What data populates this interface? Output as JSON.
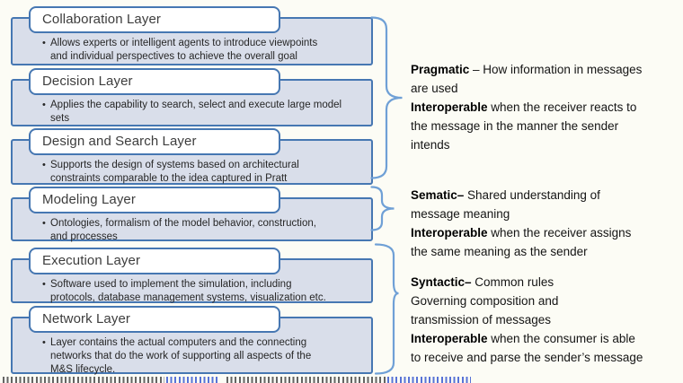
{
  "colors": {
    "background": "#FCFCF5",
    "box_fill": "#D9DEEA",
    "box_border": "#4677B2",
    "header_fill": "#FFFFFF",
    "brace": "#6FA0D6"
  },
  "bullet_glyph": "•",
  "layers": [
    {
      "title": "Collaboration Layer",
      "bullet": "Allows experts or intelligent agents to introduce viewpoints\nand individual perspectives to achieve the overall goal"
    },
    {
      "title": "Decision Layer",
      "bullet": "Applies the capability to search, select and execute large model\nsets"
    },
    {
      "title": "Design and Search Layer",
      "bullet": "Supports the design of systems based on architectural\nconstraints comparable to the idea captured in Pratt"
    },
    {
      "title": "Modeling Layer",
      "bullet": "Ontologies, formalism of the model behavior, construction,\nand processes"
    },
    {
      "title": "Execution Layer",
      "bullet": "Software used to implement the simulation, including\nprotocols, database management systems, visualization etc."
    },
    {
      "title": "Network Layer",
      "bullet": "Layer contains the actual computers and the connecting\nnetworks that do the work of supporting all aspects of the\nM&S lifecycle."
    }
  ],
  "annotations": [
    {
      "name": "pragmatic",
      "lines": [
        [
          {
            "b": "Pragmatic"
          },
          {
            "t": " – How information in messages"
          }
        ],
        [
          {
            "t": "are used"
          }
        ],
        [
          {
            "b": "Interoperable"
          },
          {
            "t": " when the receiver reacts to"
          }
        ],
        [
          {
            "t": "the message in the manner the sender"
          }
        ],
        [
          {
            "t": "intends"
          }
        ]
      ]
    },
    {
      "name": "semantic",
      "lines": [
        [
          {
            "b": "Sematic–"
          },
          {
            "t": " Shared understanding of"
          }
        ],
        [
          {
            "t": "message meaning"
          }
        ],
        [
          {
            "b": "Interoperable"
          },
          {
            "t": " when the receiver assigns"
          }
        ],
        [
          {
            "t": "the same meaning as the sender"
          }
        ]
      ]
    },
    {
      "name": "syntactic",
      "lines": [
        [
          {
            "b": "Syntactic–"
          },
          {
            "t": " Common rules"
          }
        ],
        [
          {
            "t": "Governing composition and"
          }
        ],
        [
          {
            "t": "transmission of messages"
          }
        ],
        [
          {
            "b": "Interoperable"
          },
          {
            "t": " when the consumer is able"
          }
        ],
        [
          {
            "t": "to receive and parse the sender’s message"
          }
        ]
      ]
    }
  ]
}
